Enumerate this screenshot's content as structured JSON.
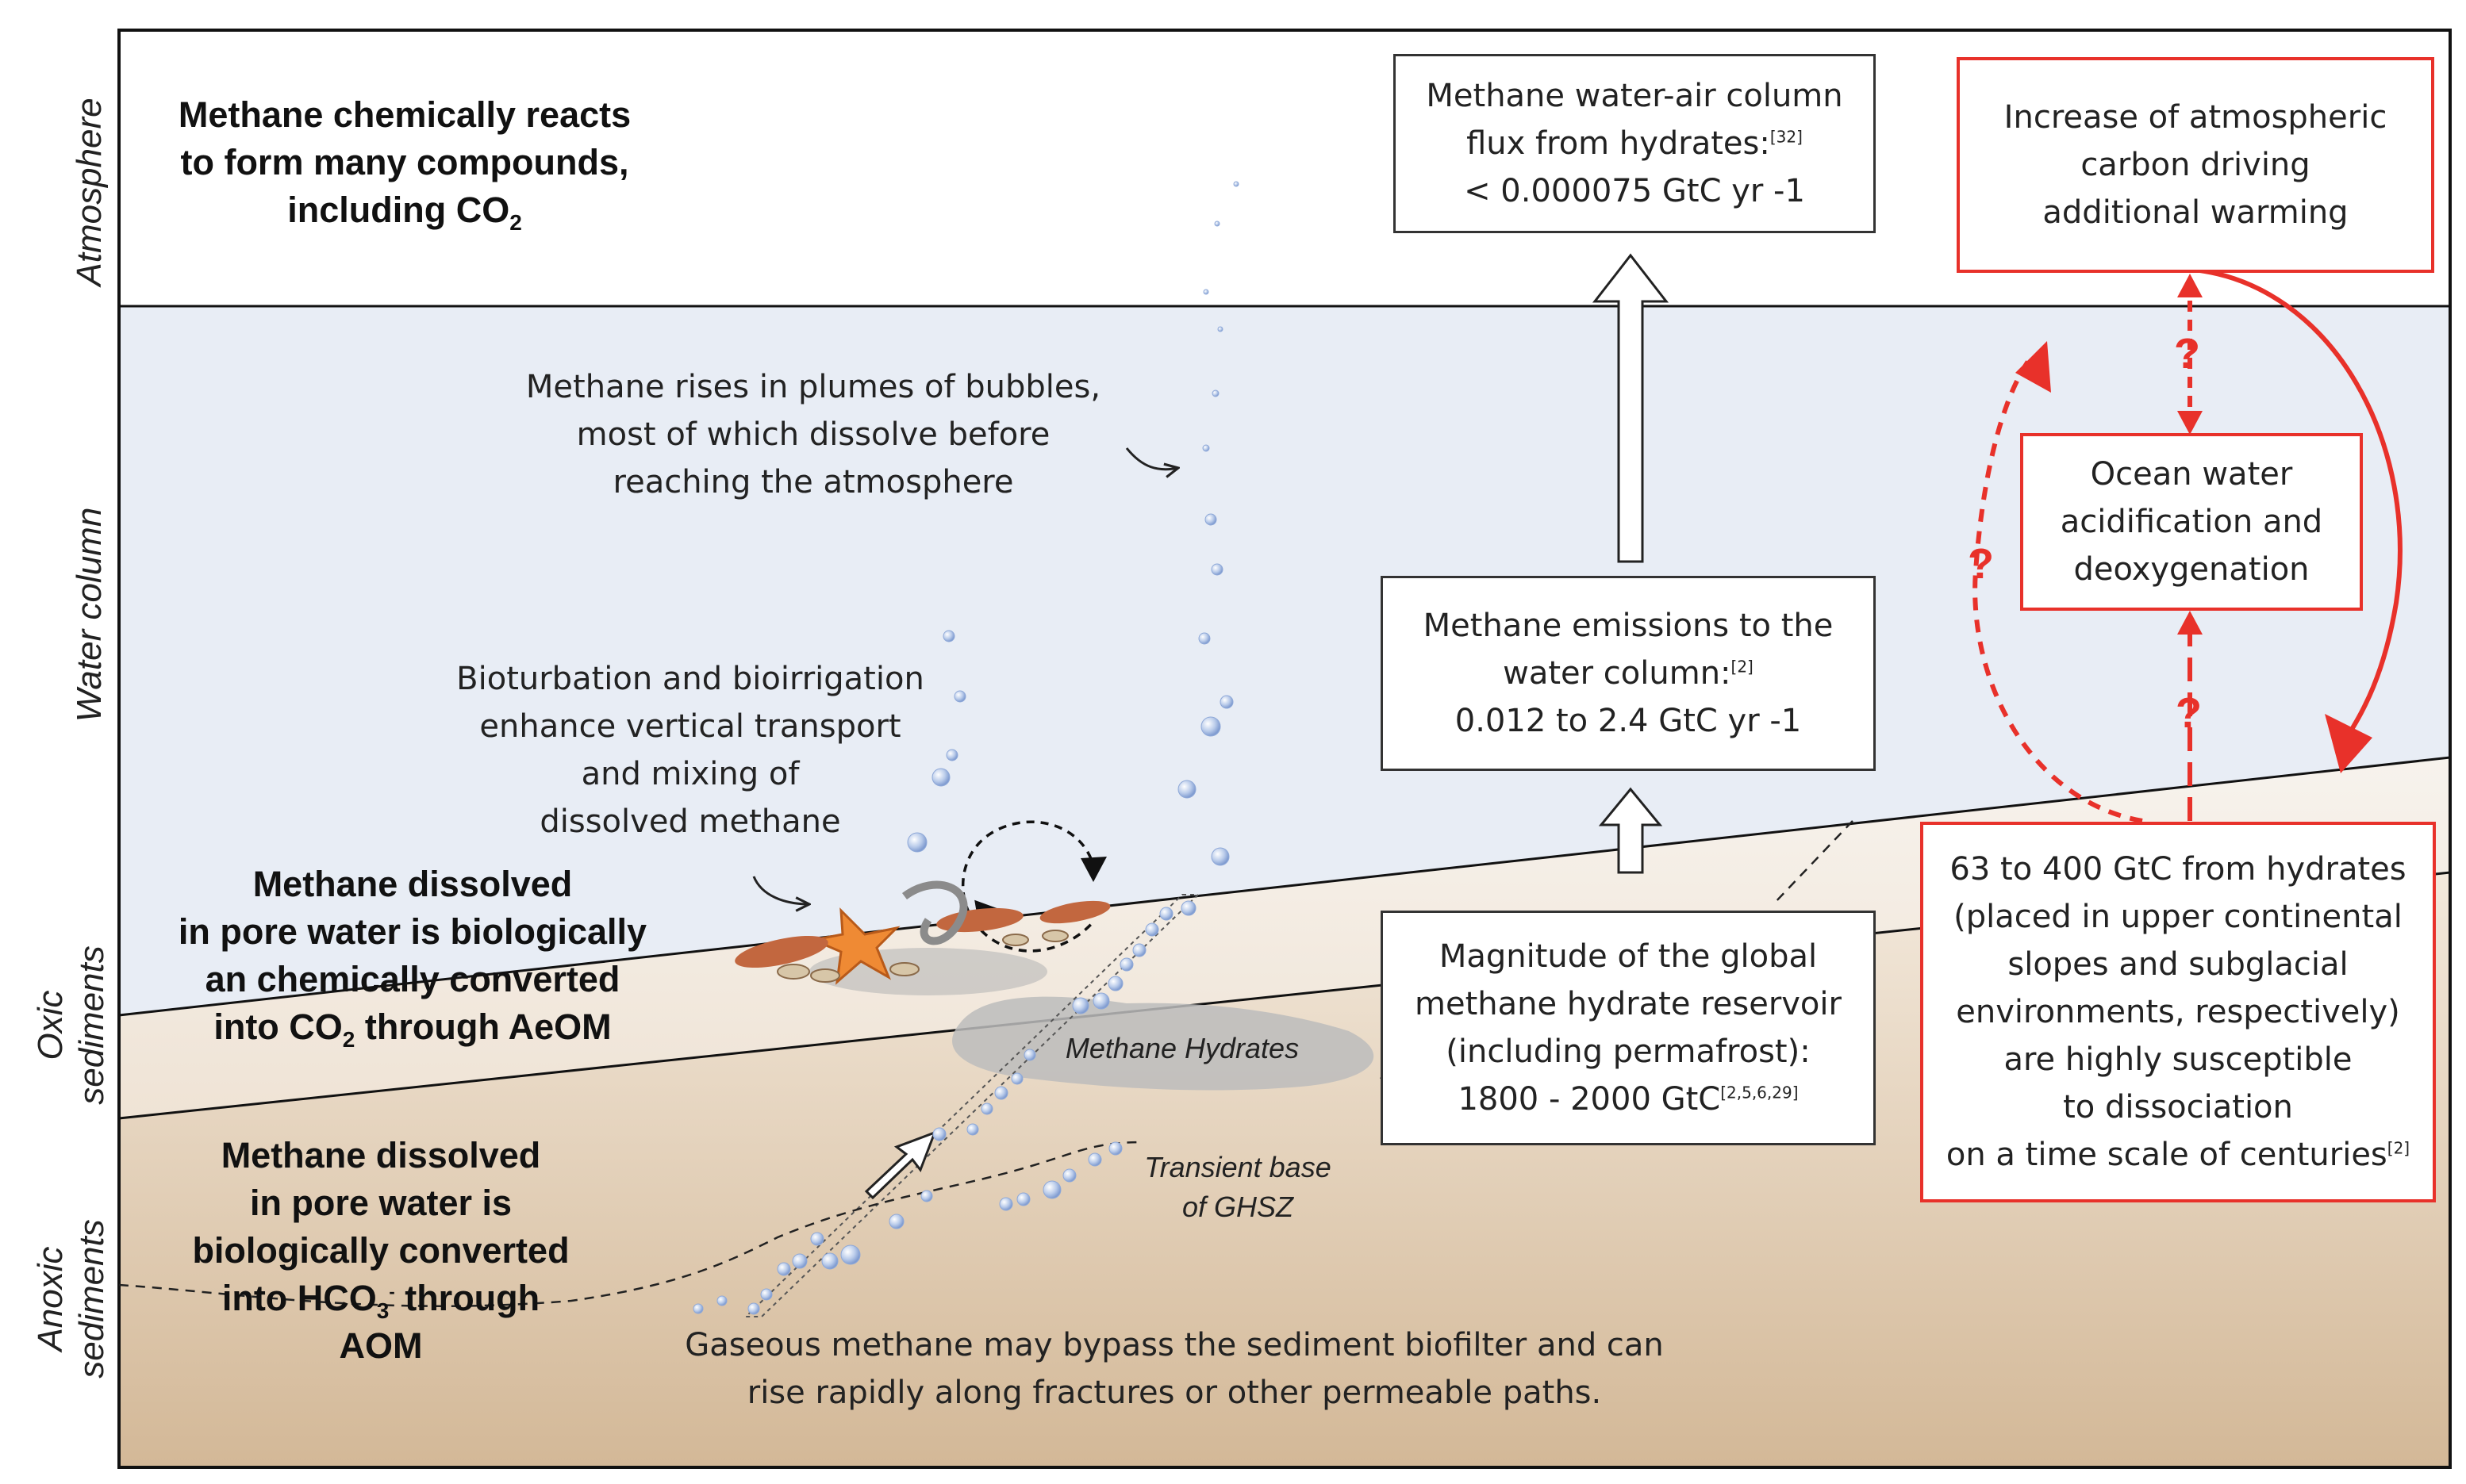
{
  "zones": {
    "atmosphere": "Atmosphere",
    "water_column": "Water column",
    "oxic_sediments": [
      "Oxic",
      "sediments"
    ],
    "anoxic_sediments": [
      "Anoxic",
      "sediments"
    ]
  },
  "atmosphere_text": {
    "line1": "Methane chemically reacts",
    "line2": "to form many compounds,",
    "line3_prefix": "including CO",
    "line3_sub": "2"
  },
  "plumes_text": [
    "Methane rises in plumes of bubbles,",
    "most of which dissolve before",
    "reaching the atmosphere"
  ],
  "bioturbation_text": [
    "Bioturbation and bioirrigation",
    "enhance vertical transport",
    "and mixing of",
    "dissolved methane"
  ],
  "oxic_text": {
    "line1": "Methane dissolved",
    "line2": "in pore water is biologically",
    "line3": "an chemically converted",
    "line4_prefix": "into CO",
    "line4_sub": "2",
    "line4_suffix": " through AeOM"
  },
  "anoxic_text": {
    "line1": "Methane dissolved",
    "line2": "in pore water is",
    "line3": "biologically converted",
    "line4_prefix": "into HCO",
    "line4_sub": "3",
    "line4_sup": "-",
    "line4_suffix": " through",
    "line5": "AOM"
  },
  "hydrates_label": "Methane Hydrates",
  "ghsz_label": [
    "Transient base",
    "of GHSZ"
  ],
  "gaseous_text": [
    "Gaseous methane may bypass the sediment biofilter and can",
    "rise rapidly along fractures or other permeable paths."
  ],
  "boxes": {
    "air_flux": {
      "line1": "Methane water-air column",
      "line2": "flux from hydrates:",
      "ref": "[32]",
      "line3": "< 0.000075 GtC yr -1"
    },
    "emissions": {
      "line1": "Methane emissions to the",
      "line2": "water column:",
      "ref": "[2]",
      "line3": "0.012 to 2.4 GtC yr -1"
    },
    "reservoir": {
      "line1": "Magnitude of the global",
      "line2": "methane hydrate reservoir",
      "line3": "(including permafrost):",
      "line4": "1800 - 2000 GtC",
      "ref": "[2,5,6,29]"
    },
    "atmos_carbon": {
      "line1": "Increase of atmospheric",
      "line2": "carbon driving",
      "line3": "additional warming"
    },
    "acidification": {
      "line1": "Ocean water",
      "line2": "acidification and",
      "line3": "deoxygenation"
    },
    "susceptible": {
      "line1": "63 to 400 GtC from hydrates",
      "line2": "(placed in upper continental",
      "line3": "slopes and subglacial",
      "line4": "environments, respectively)",
      "line5": "are highly susceptible",
      "line6": "to dissociation",
      "line7": "on a time scale of centuries",
      "ref": "[2]"
    }
  },
  "question_mark": "?",
  "colors": {
    "water": "#e8edf5",
    "oxic_top": "#f6f1ea",
    "oxic_bottom": "#efe3d5",
    "anoxic_top": "#f1e6d8",
    "anoxic_bottom": "#d5bb9b",
    "red": "#e8312a",
    "bubble": "#8fa9d8"
  }
}
